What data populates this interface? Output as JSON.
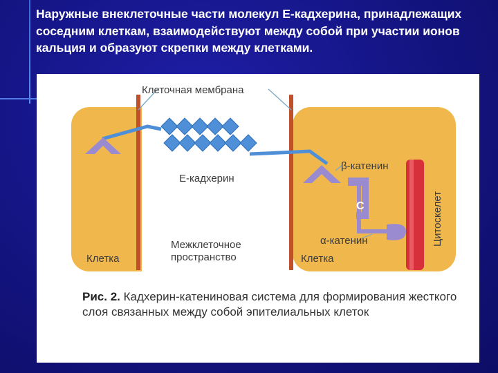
{
  "slide": {
    "heading": "Наружные внеклеточные части молекул Е-кадхерина, принадлежащих соседним клеткам, взаимодействуют между собой при участии ионов кальция и образуют скрепки между клетками."
  },
  "diagram": {
    "labels": {
      "membrane": "Клеточная мембрана",
      "cadherin": "Е-кадхерин",
      "beta_catenin": "β-катенин",
      "alpha_catenin": "α-катенин",
      "cytoskeleton": "Цитоскелет",
      "cell_left": "Клетка",
      "cell_right": "Клетка",
      "intercellular_line1": "Межклеточное",
      "intercellular_line2": "пространство",
      "c_glyph": "С"
    },
    "colors": {
      "cell": "#f0b84c",
      "membrane": "#c0502a",
      "cadherin": "#4f8fd8",
      "catenin": "#9a8ad0",
      "cytoskeleton": "#d8303a"
    }
  },
  "caption": {
    "label": "Рис. 2.",
    "text": "Кадхерин-катениновая система для формирования жесткого слоя связанных между собой эпителиальных клеток"
  }
}
